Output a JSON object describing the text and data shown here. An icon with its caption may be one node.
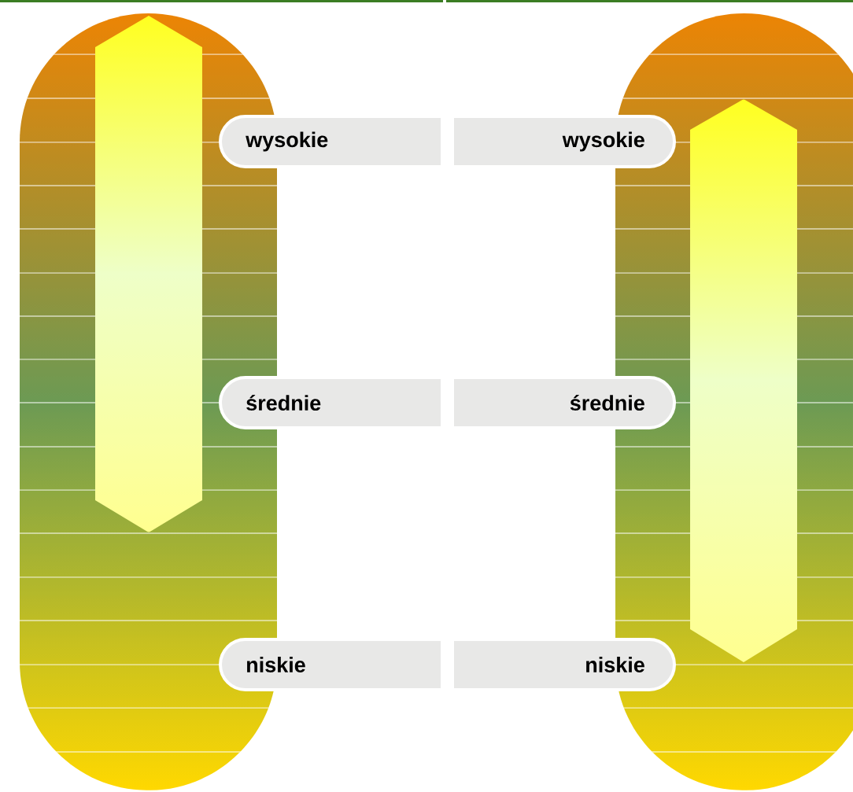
{
  "diagram": {
    "nodes": [
      {
        "text": [
          "wysokie"
        ]
      },
      {
        "text": [
          "wysokie"
        ]
      },
      {
        "text": [
          "średnie"
        ]
      },
      {
        "text": [
          "średnie"
        ]
      },
      {
        "text": [
          "niskie"
        ]
      },
      {
        "text": [
          "niskie"
        ]
      }
    ]
  }
}
